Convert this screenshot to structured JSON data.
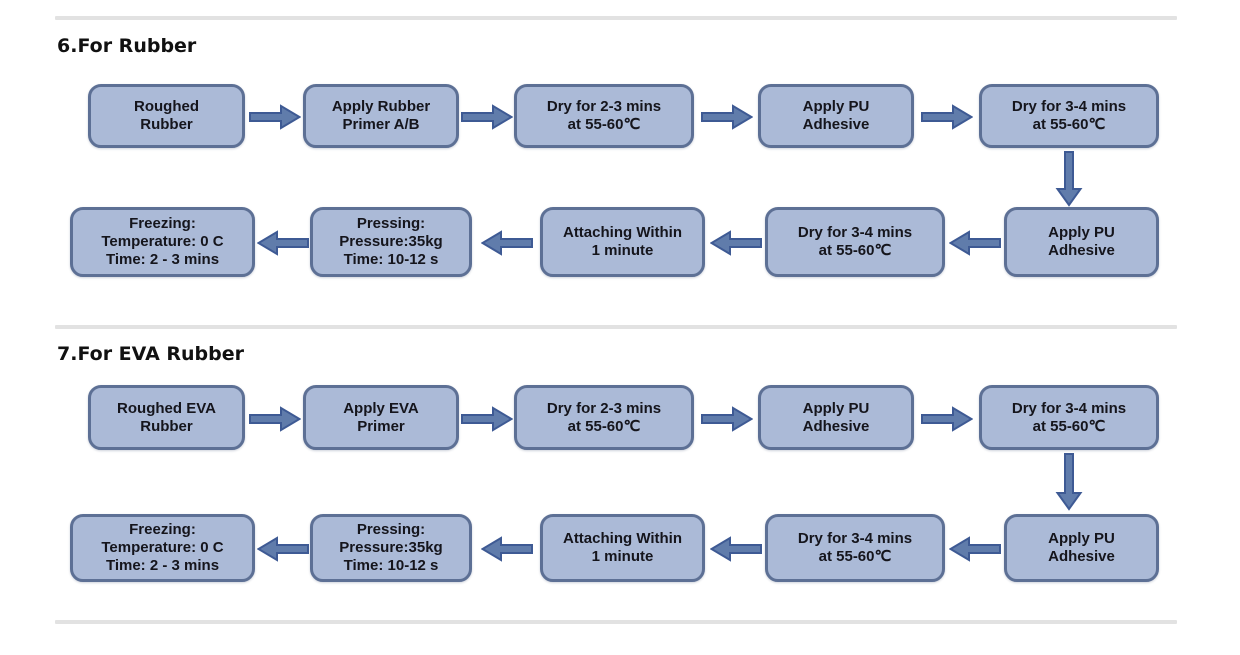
{
  "colors": {
    "box_fill": "#abbad7",
    "box_border": "#5d7095",
    "arrow_fill": "#607cab",
    "arrow_border": "#3e5a94",
    "divider": "#e2e2e2",
    "heading_text": "#111111",
    "box_text": "#15151c",
    "page_bg": "#ffffff"
  },
  "sections": [
    {
      "heading": "6.For Rubber",
      "row1": [
        {
          "label": "Roughed\nRubber"
        },
        {
          "label": "Apply Rubber\nPrimer A/B"
        },
        {
          "label": "Dry for 2-3 mins\nat 55-60℃"
        },
        {
          "label": "Apply PU\nAdhesive"
        },
        {
          "label": "Dry for 3-4 mins\nat 55-60℃"
        }
      ],
      "row2": [
        {
          "label": "Freezing:\nTemperature: 0 C\nTime: 2 - 3 mins"
        },
        {
          "label": "Pressing:\nPressure:35kg\nTime: 10-12 s"
        },
        {
          "label": "Attaching Within\n1 minute"
        },
        {
          "label": "Dry for 3-4 mins\nat 55-60℃"
        },
        {
          "label": "Apply PU\nAdhesive"
        }
      ]
    },
    {
      "heading": "7.For EVA Rubber",
      "row1": [
        {
          "label": "Roughed EVA\nRubber"
        },
        {
          "label": "Apply EVA\nPrimer"
        },
        {
          "label": "Dry for 2-3 mins\nat 55-60℃"
        },
        {
          "label": "Apply PU\nAdhesive"
        },
        {
          "label": "Dry for 3-4 mins\nat 55-60℃"
        }
      ],
      "row2": [
        {
          "label": "Freezing:\nTemperature: 0 C\nTime: 2 - 3 mins"
        },
        {
          "label": "Pressing:\nPressure:35kg\nTime: 10-12 s"
        },
        {
          "label": "Attaching Within\n1 minute"
        },
        {
          "label": "Dry for 3-4 mins\nat 55-60℃"
        },
        {
          "label": "Apply PU\nAdhesive"
        }
      ]
    }
  ]
}
